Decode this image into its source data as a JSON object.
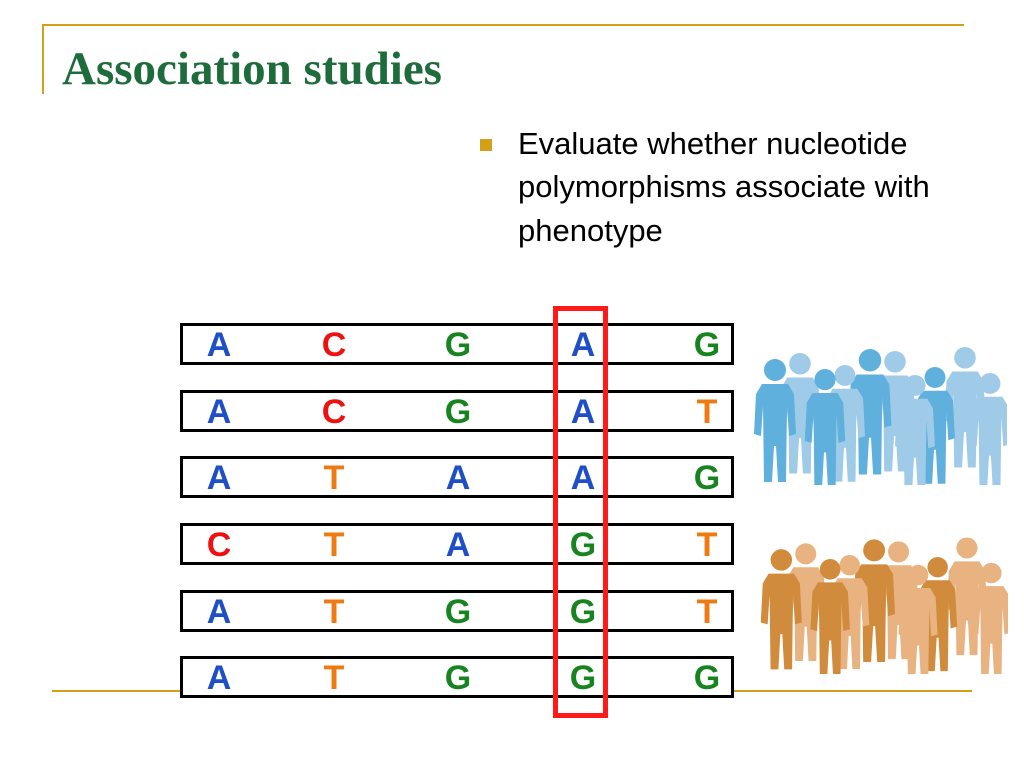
{
  "slide": {
    "title": "Association studies",
    "bullets": [
      {
        "text": "Evaluate whether nucleotide polymorphisms associate with phenotype"
      }
    ]
  },
  "sequences": [
    [
      "A",
      "C",
      "G",
      "A",
      "G"
    ],
    [
      "A",
      "C",
      "G",
      "A",
      "T"
    ],
    [
      "A",
      "T",
      "A",
      "A",
      "G"
    ],
    [
      "C",
      "T",
      "A",
      "G",
      "T"
    ],
    [
      "A",
      "T",
      "G",
      "G",
      "T"
    ],
    [
      "A",
      "T",
      "G",
      "G",
      "G"
    ]
  ],
  "highlighted_column": 3,
  "nucleotide_colors": {
    "A": "#1f4fc7",
    "C": "#ee1111",
    "G": "#17841f",
    "T": "#ef7a12"
  },
  "groups": [
    {
      "icon": "people-group-icon",
      "colors": [
        "#5fb0dd",
        "#9fcbe8"
      ]
    },
    {
      "icon": "people-group-icon",
      "colors": [
        "#d18b3d",
        "#e8b380"
      ]
    }
  ],
  "colors": {
    "title": "#1e6b3c",
    "accent": "#d4a017",
    "highlight": "#ff1a1a"
  }
}
